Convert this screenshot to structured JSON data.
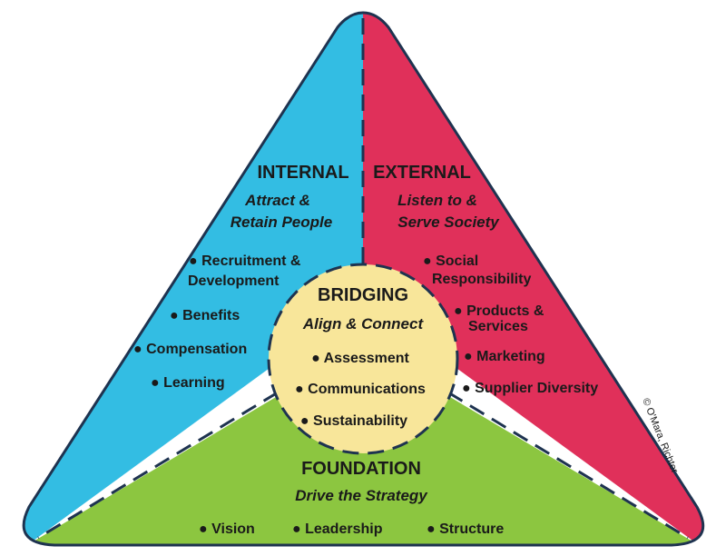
{
  "colors": {
    "internal": "#33bde3",
    "external": "#e0305a",
    "foundation": "#8cc640",
    "bridging": "#f8e69a",
    "outline": "#1e3350"
  },
  "internal": {
    "title": "INTERNAL",
    "subtitle_line1": "Attract &",
    "subtitle_line2": "Retain People",
    "items": [
      "● Recruitment &",
      "Development",
      "● Benefits",
      "● Compensation",
      "● Learning"
    ]
  },
  "external": {
    "title": "EXTERNAL",
    "subtitle_line1": "Listen to &",
    "subtitle_line2": "Serve Society",
    "items": [
      "● Social",
      "Responsibility",
      "● Products &",
      "Services",
      "● Marketing",
      "● Supplier Diversity"
    ]
  },
  "bridging": {
    "title": "BRIDGING",
    "subtitle": "Align & Connect",
    "items": [
      "● Assessment",
      "● Communications",
      "● Sustainability"
    ]
  },
  "foundation": {
    "title": "FOUNDATION",
    "subtitle": "Drive the Strategy",
    "items": [
      "● Vision",
      "● Leadership",
      "● Structure"
    ]
  },
  "copyright": "© O'Mara, Richter"
}
